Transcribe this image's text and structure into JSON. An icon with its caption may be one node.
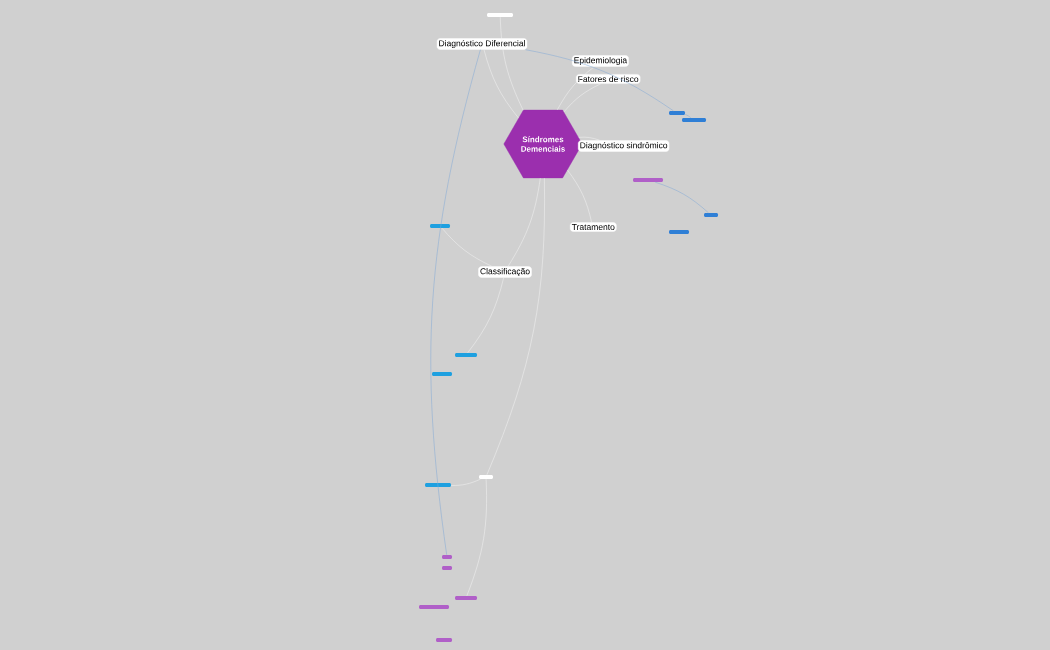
{
  "diagram": {
    "nodes": [
      {
        "text": [
          "Síndromes Demenciais"
        ]
      },
      {
        "text": [],
        "shape": "box"
      },
      {
        "text": [
          "Diagnóstico Diferencial"
        ]
      },
      {
        "text": [
          "Epidemiologia"
        ]
      },
      {
        "text": [
          "Fatores de risco"
        ]
      },
      {
        "text": [
          "Diagnóstico sindrômico"
        ]
      },
      {
        "text": [
          "Tratamento"
        ]
      },
      {
        "text": [
          "Classificação"
        ]
      },
      {
        "text": [],
        "shape": "box"
      },
      {
        "text": [],
        "shape": "box"
      },
      {
        "text": [],
        "shape": "box"
      },
      {
        "text": [],
        "shape": "box"
      },
      {
        "text": [],
        "shape": "box"
      },
      {
        "text": [],
        "shape": "box"
      },
      {
        "text": [],
        "shape": "box"
      },
      {
        "text": [],
        "shape": "box"
      },
      {
        "text": [],
        "shape": "box"
      },
      {
        "text": [],
        "shape": "box"
      },
      {
        "text": [],
        "shape": "box"
      },
      {
        "text": [],
        "shape": "box"
      },
      {
        "text": [],
        "shape": "box"
      },
      {
        "text": [],
        "shape": "box"
      },
      {
        "text": [],
        "shape": "box"
      }
    ],
    "edges": [
      {
        "from": 0,
        "to": 1,
        "arrow": "none"
      },
      {
        "from": 0,
        "to": 2,
        "arrow": "none"
      },
      {
        "from": 0,
        "to": 3,
        "arrow": "none"
      },
      {
        "from": 0,
        "to": 4,
        "arrow": "none"
      },
      {
        "from": 0,
        "to": 5,
        "arrow": "none"
      },
      {
        "from": 0,
        "to": 6,
        "arrow": "none"
      },
      {
        "from": 0,
        "to": 7,
        "arrow": "none"
      },
      {
        "from": 0,
        "to": 8,
        "arrow": "none"
      },
      {
        "from": 7,
        "to": 14,
        "arrow": "none"
      },
      {
        "from": 7,
        "to": 15,
        "arrow": "none"
      },
      {
        "from": 8,
        "to": 17,
        "arrow": "none"
      },
      {
        "from": 8,
        "to": 20,
        "arrow": "none"
      },
      {
        "from": 2,
        "to": 9,
        "arrow": "none",
        "color": "#7fa7d6"
      },
      {
        "from": 11,
        "to": 12,
        "arrow": "none",
        "color": "#7fa7d6"
      },
      {
        "from": 18,
        "to": 2,
        "arrow": "none",
        "color": "#7fa7d6"
      },
      {
        "from": 9,
        "to": 10,
        "arrow": "none",
        "color": "#7fa7d6"
      }
    ]
  }
}
